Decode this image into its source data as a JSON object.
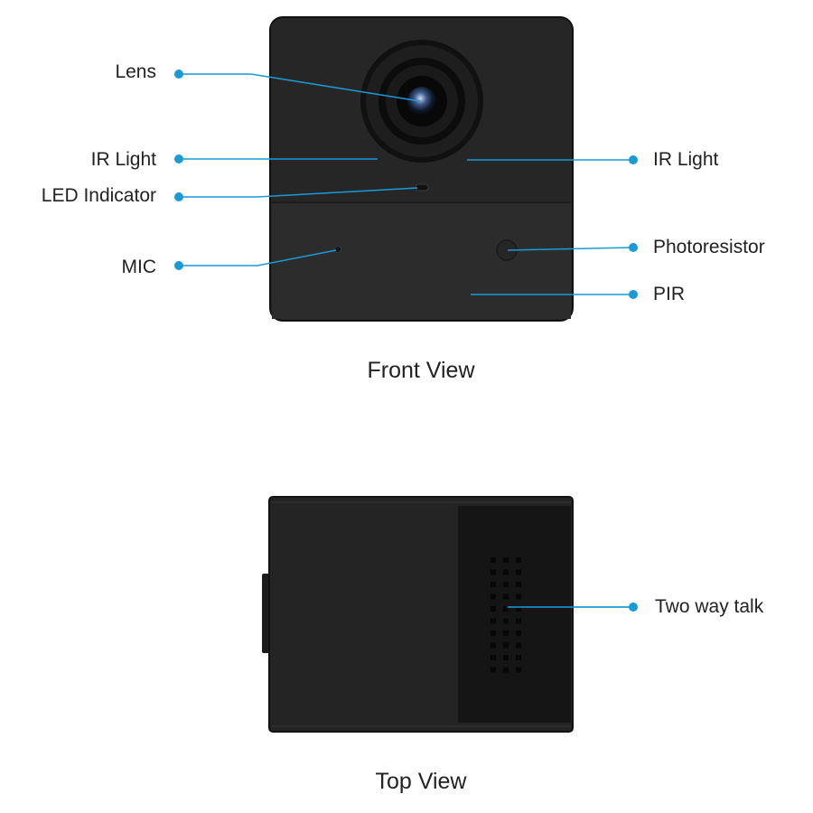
{
  "accent_color": "#1a9ad6",
  "front_view": {
    "caption": "Front View",
    "labels_left": [
      "Lens",
      "IR Light",
      "LED Indicator",
      "MIC"
    ],
    "labels_right": [
      "IR Light",
      "Photoresistor",
      "PIR"
    ]
  },
  "top_view": {
    "caption": "Top View",
    "labels_right": [
      "Two way talk"
    ]
  }
}
